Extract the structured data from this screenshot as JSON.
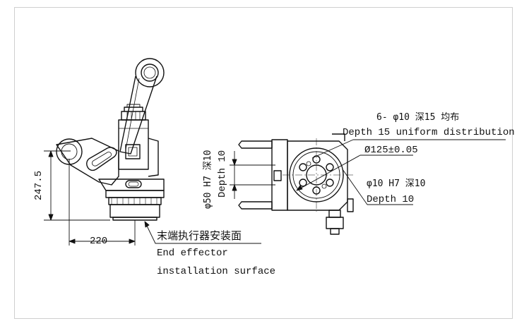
{
  "left_view": {
    "dim_height": "247.5",
    "dim_width": "220",
    "label_cn": "末端执行器安装面",
    "label_en_line1": "End effector",
    "label_en_line2": "installation surface"
  },
  "right_view": {
    "holes_cn": "6- φ10 深15 均布",
    "holes_en": "Depth 15 uniform distribution",
    "pcd": "Ø125±0.05",
    "pin_cn": "φ10 H7 深10",
    "pin_en": "Depth 10",
    "bore_cn": "φ50 H7 深10",
    "bore_en": "Depth 10"
  }
}
